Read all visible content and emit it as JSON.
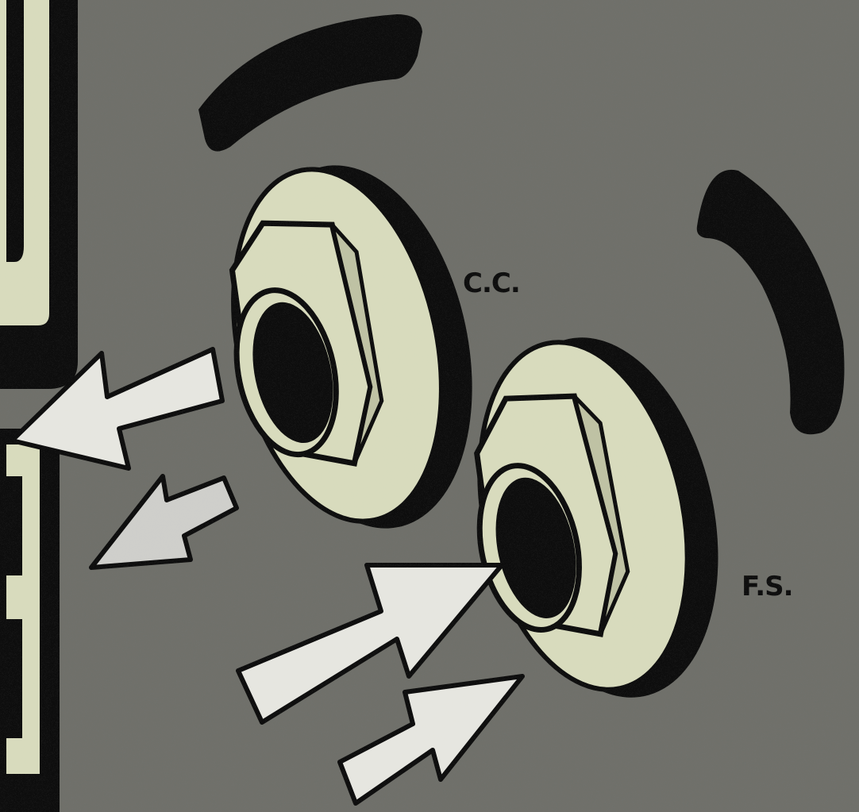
{
  "jacks": [
    {
      "id": "cc",
      "label": "C.C."
    },
    {
      "id": "fs",
      "label": "F.S."
    }
  ],
  "colors": {
    "background": "#6f706a",
    "outline": "#0c0c0c",
    "cream": "#d8dbbd",
    "arrow_light": "#e6e6e0",
    "arrow_mid": "#cfcfcb"
  }
}
